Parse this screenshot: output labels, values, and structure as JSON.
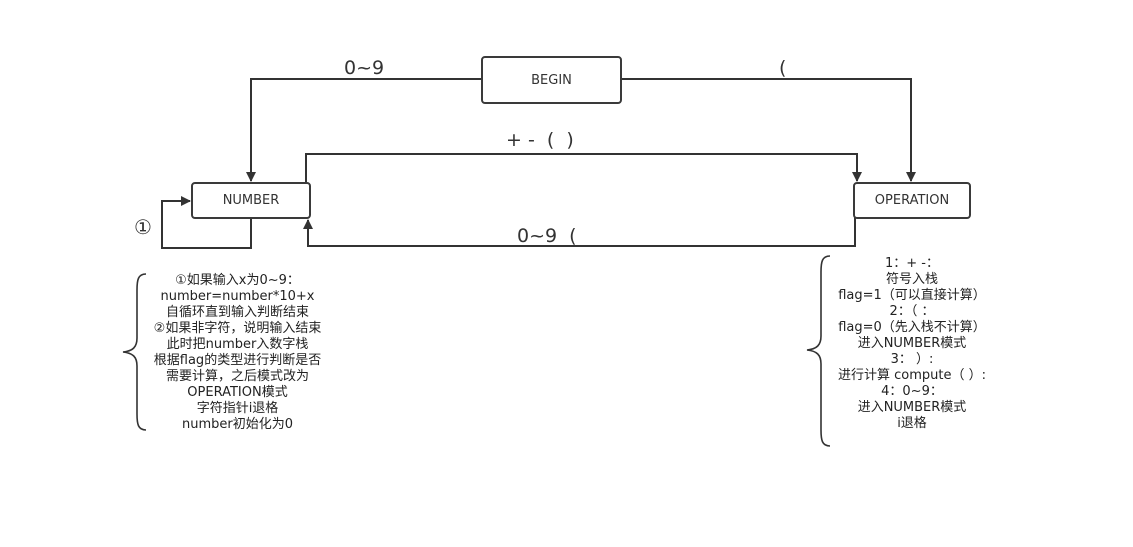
{
  "nodes": {
    "begin": "BEGIN",
    "number": "NUMBER",
    "operation": "OPERATION"
  },
  "edges": {
    "begin_to_number": "0~9",
    "begin_to_operation": "(",
    "number_to_operation": "+ -  (  )",
    "operation_to_number": "0~9  (",
    "number_self_loop": "①"
  },
  "notes": {
    "number_note": [
      "①如果输入x为0~9：",
      "number=number*10+x",
      "自循环直到输入判断结束",
      "②如果非字符，说明输入结束",
      "此时把number入数字栈",
      "根据flag的类型进行判断是否",
      "需要计算，之后模式改为",
      "OPERATION模式",
      "字符指针i退格",
      "number初始化为0"
    ],
    "operation_note": [
      "1：+ -：",
      "符号入栈",
      "flag=1（可以直接计算）",
      "2：（ ：",
      "flag=0（先入栈不计算）",
      "进入NUMBER模式",
      "3： ）:",
      "进行计算 compute（ ）:",
      "4：0~9：",
      "进入NUMBER模式",
      "i退格"
    ]
  },
  "colors": {
    "stroke": "#333333",
    "background": "#ffffff"
  }
}
